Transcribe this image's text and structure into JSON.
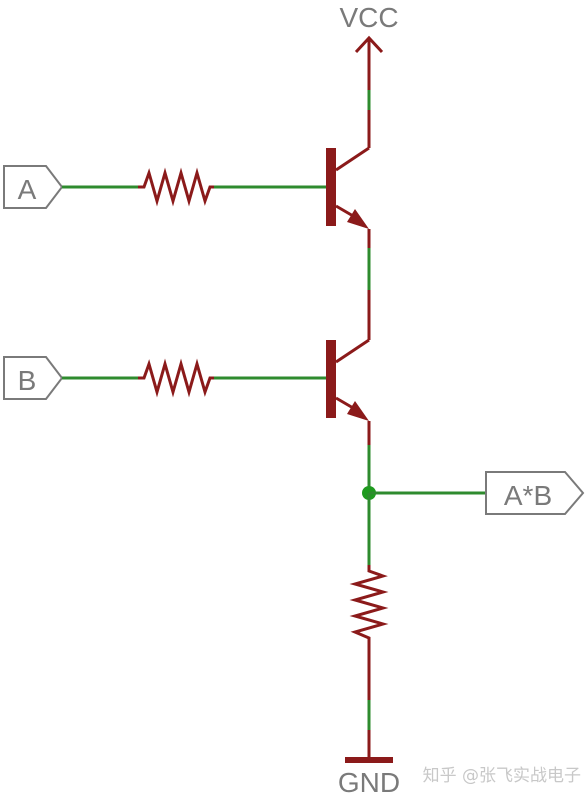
{
  "colors": {
    "component": "#8b1a1a",
    "wire": "#2e8b2e",
    "junction": "#1f9a1f",
    "label": "#7a7a7a",
    "background": "#ffffff"
  },
  "labels": {
    "vcc": "VCC",
    "gnd": "GND",
    "input_a": "A",
    "input_b": "B",
    "output": "A*B"
  },
  "watermark": "知乎 @张飞实战电子"
}
